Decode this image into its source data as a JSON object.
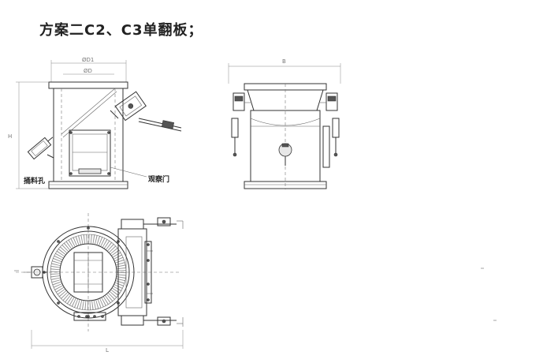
{
  "title": "方案二C2、C3单翻板；",
  "labels": {
    "fill_hole": "捅料孔",
    "observation_door": "观察门"
  },
  "dimensions": {
    "d1": "ØD1",
    "d": "ØD",
    "b": "B",
    "h": "H",
    "l": "L"
  }
}
